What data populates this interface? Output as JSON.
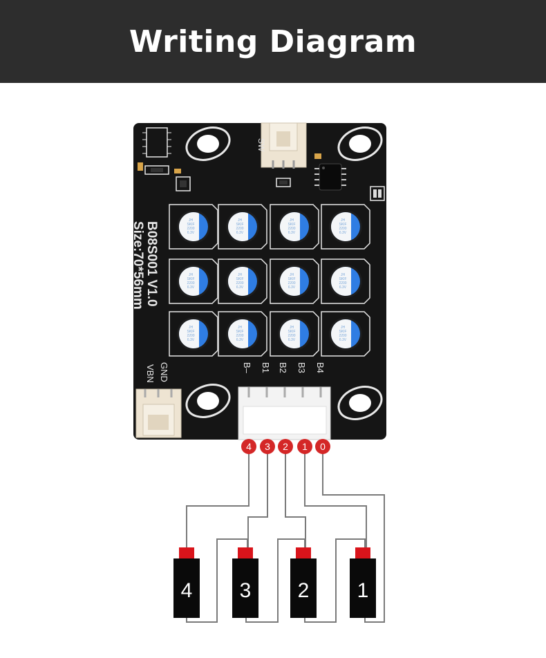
{
  "header": {
    "title": "Writing Diagram"
  },
  "board": {
    "model": "B08S001  V1.0",
    "size": "Size:70*56mm",
    "switch_label": "SW",
    "power_labels": [
      "GND",
      "VBN"
    ],
    "pin_labels": [
      "B4",
      "B3",
      "B2",
      "B1",
      "B–"
    ],
    "cap_text": [
      "JH",
      "SKIF",
      "2200",
      "6.3V"
    ]
  },
  "connector_pins": [
    "4",
    "3",
    "2",
    "1",
    "0"
  ],
  "cells": [
    "4",
    "3",
    "2",
    "1"
  ],
  "colors": {
    "banner": "#2d2d2d",
    "pcb": "#151515",
    "badge": "#d42727",
    "terminal": "#d9141b",
    "cell": "#0a0a0a",
    "cap_blue": "#2f7de3",
    "wire": "#7a7a7a"
  }
}
